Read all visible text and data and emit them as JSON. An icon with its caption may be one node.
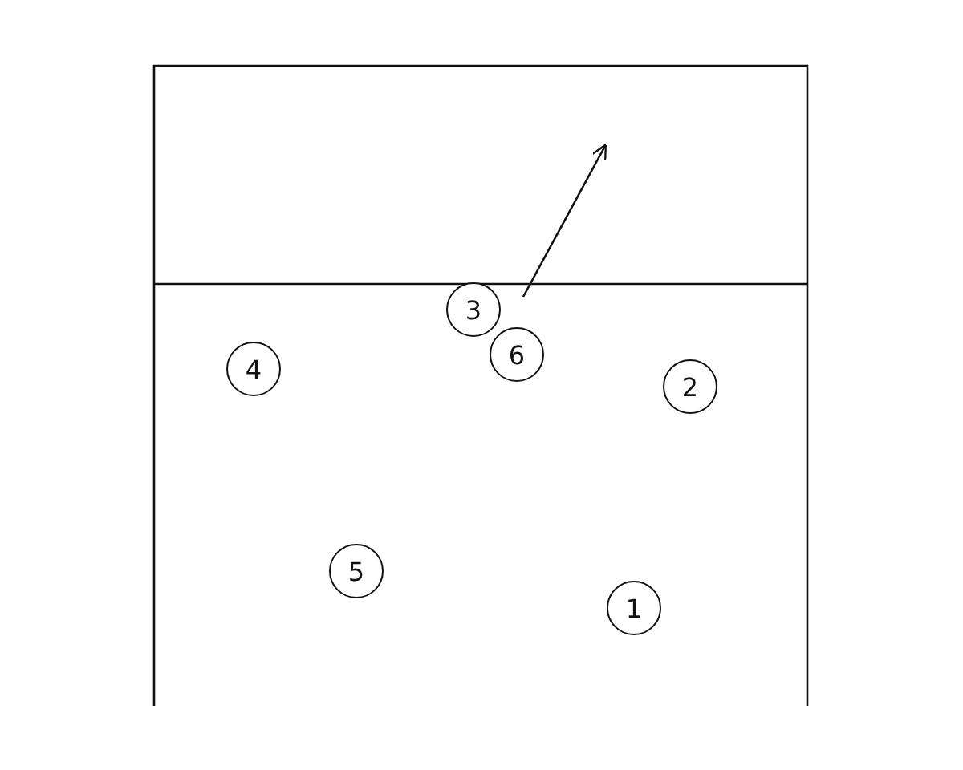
{
  "diagram": {
    "nodes": [
      {
        "text": [
          "3"
        ]
      },
      {
        "text": [
          "6"
        ]
      },
      {
        "text": [
          "4"
        ]
      },
      {
        "text": [
          "2"
        ]
      },
      {
        "text": [
          "5"
        ]
      },
      {
        "text": [
          "1"
        ]
      }
    ]
  }
}
